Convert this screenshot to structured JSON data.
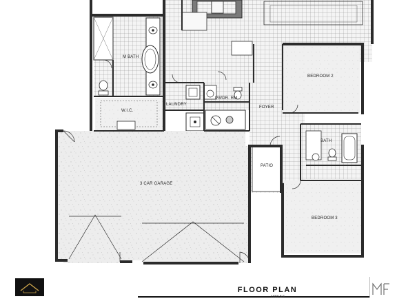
{
  "rooms": {
    "m_bath": "M BATH",
    "wic_master": "W.I.C.",
    "laundry": "LAUNDRY",
    "pwdr": "PWDR. RM.",
    "foyer": "FOYER",
    "bedroom2": "BEDROOM 2",
    "bath": "BATH",
    "patio": "PATIO",
    "garage": "3 CAR GARAGE",
    "bedroom3": "BEDROOM 3"
  },
  "title": {
    "main": "FLOOR PLAN",
    "sqft": "1333 S.F."
  },
  "colors": {
    "wall": "#2b2b2b",
    "tile": "#9a9a9a",
    "concrete": "#ececec",
    "background": "#ffffff"
  },
  "logos": {
    "left": "builder-logo-icon",
    "right": "designer-logo-icon"
  }
}
